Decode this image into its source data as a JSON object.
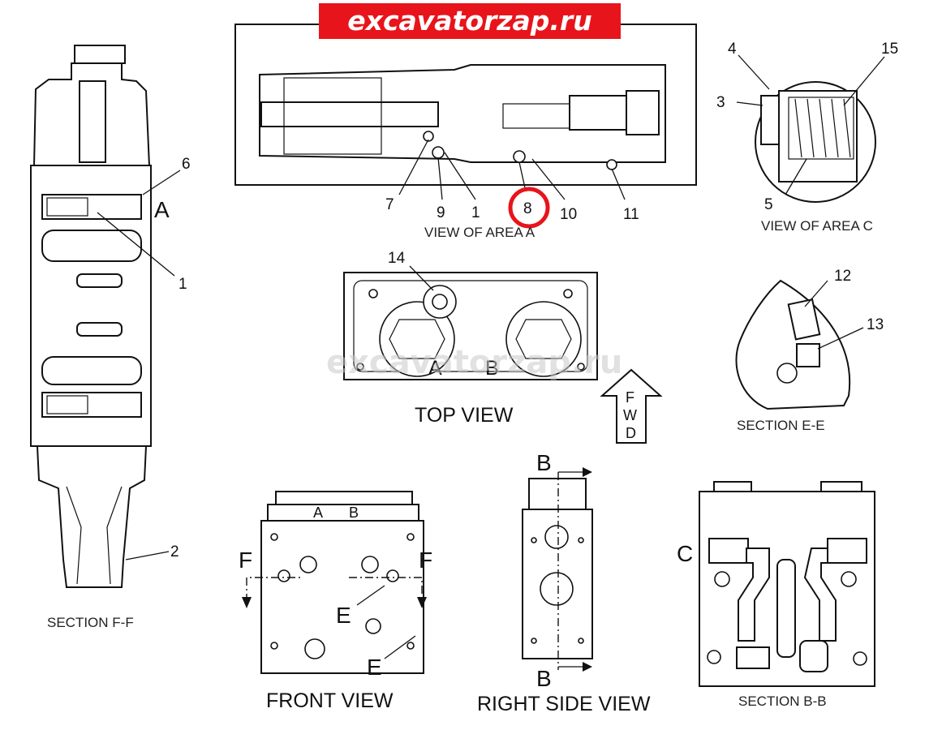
{
  "watermark": "excavatorzap.ru",
  "callouts": {
    "n1": "1",
    "n2": "2",
    "n3": "3",
    "n4": "4",
    "n5": "5",
    "n6": "6",
    "n7": "7",
    "n8": "8",
    "n9": "9",
    "n10": "10",
    "n11": "11",
    "n12": "12",
    "n13": "13",
    "n14": "14",
    "n15": "15"
  },
  "highlight_color": "#e8141b",
  "letters": {
    "A": "A",
    "B": "B",
    "C": "C",
    "E": "E",
    "F": "F"
  },
  "port_letters": [
    "A",
    "B"
  ],
  "fwd_letters": [
    "F",
    "W",
    "D"
  ],
  "captions": {
    "section_ff": "SECTION F-F",
    "view_area_a": "VIEW OF AREA A",
    "view_area_c": "VIEW OF AREA C",
    "top_view": "TOP VIEW",
    "section_ee": "SECTION E-E",
    "front_view": "FRONT VIEW",
    "right_side_view": "RIGHT SIDE VIEW",
    "section_bb": "SECTION B-B"
  }
}
